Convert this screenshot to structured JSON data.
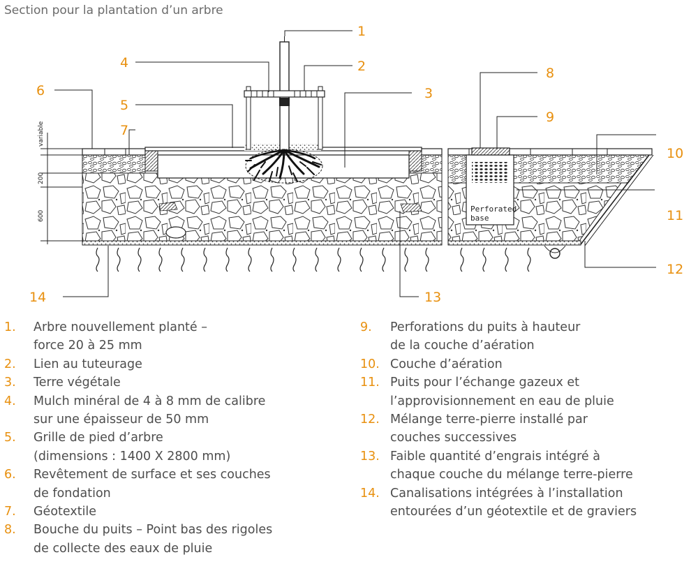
{
  "title": "Section pour la plantation d’un arbre",
  "diagram": {
    "callouts": [
      "1",
      "2",
      "3",
      "4",
      "5",
      "6",
      "7",
      "8",
      "9",
      "10",
      "11",
      "12",
      "13",
      "14"
    ],
    "dimension_labels": [
      "variable",
      "200",
      "600"
    ],
    "inline_label_line1": "Perforated",
    "inline_label_line2": "base",
    "colors": {
      "accent": "#e8900f",
      "line": "#222222"
    }
  },
  "legend": {
    "left": [
      {
        "num": "1.",
        "lines": [
          "Arbre nouvellement planté –",
          "force 20 à 25 mm"
        ]
      },
      {
        "num": "2.",
        "lines": [
          "Lien au tuteurage"
        ]
      },
      {
        "num": "3.",
        "lines": [
          "Terre végétale"
        ]
      },
      {
        "num": "4.",
        "lines": [
          "Mulch minéral de 4 à 8 mm de calibre",
          "sur une épaisseur de 50 mm"
        ]
      },
      {
        "num": "5.",
        "lines": [
          "Grille de pied d’arbre",
          "(dimensions : 1400 X 2800 mm)"
        ]
      },
      {
        "num": "6.",
        "lines": [
          "Revêtement de surface et ses couches",
          "de fondation"
        ]
      },
      {
        "num": "7.",
        "lines": [
          "Géotextile"
        ]
      },
      {
        "num": "8.",
        "lines": [
          "Bouche du puits – Point bas des rigoles",
          "de collecte des eaux de pluie"
        ]
      }
    ],
    "right": [
      {
        "num": "9.",
        "lines": [
          "Perforations du puits à hauteur",
          "de la couche d’aération"
        ]
      },
      {
        "num": "10.",
        "lines": [
          "Couche d’aération"
        ]
      },
      {
        "num": "11.",
        "lines": [
          "Puits pour l’échange gazeux et",
          "l’approvisionnement en eau de pluie"
        ]
      },
      {
        "num": "12.",
        "lines": [
          "Mélange terre-pierre installé par",
          "couches successives"
        ]
      },
      {
        "num": "13.",
        "lines": [
          "Faible quantité d’engrais intégré à",
          "chaque couche du mélange terre-pierre"
        ]
      },
      {
        "num": "14.",
        "lines": [
          "Canalisations intégrées à l’installation",
          "entourées d’un géotextile et de graviers"
        ]
      }
    ]
  }
}
